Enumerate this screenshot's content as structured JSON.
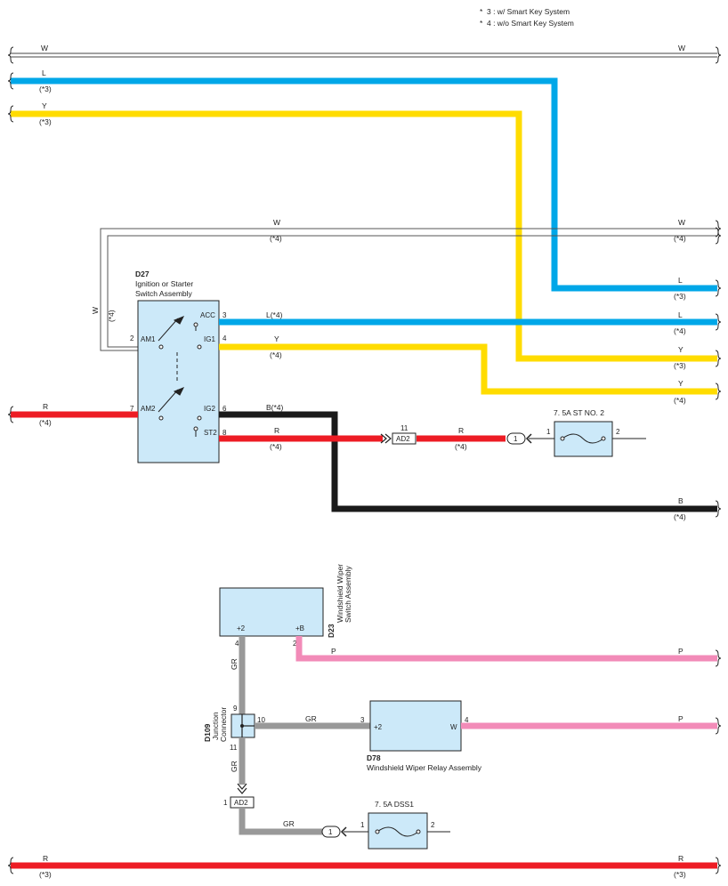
{
  "legend": {
    "note3": "3 : w/ Smart Key System",
    "note4": "4 : w/o Smart Key System",
    "star": "*"
  },
  "wires": {
    "w_top": "W",
    "l_top": "L",
    "y_top": "Y",
    "w_loop": "W",
    "w_vert": "W",
    "l_right": "L",
    "l_acc": "L(*4)",
    "y_ig1": "Y",
    "y_right3": "Y",
    "y_right4": "Y",
    "r_left": "R",
    "b_ig2": "B(*4)",
    "r_st2": "R",
    "r_fuse": "R",
    "b_right": "B",
    "p_top": "P",
    "p_top_right": "P",
    "gr_vert": "GR",
    "gr_h": "GR",
    "p_mid": "P",
    "gr_lower": "GR",
    "gr_bottom": "GR",
    "r_bottom": "R",
    "r_bottom_right": "R"
  },
  "notes": {
    "n3": "(*3)",
    "n4": "(*4)",
    "n4v": "(*4)"
  },
  "components": {
    "d27": {
      "code": "D27",
      "name1": "Ignition or Starter",
      "name2": "Switch Assembly",
      "acc": "ACC",
      "am1": "AM1",
      "ig1": "IG1",
      "am2": "AM2",
      "ig2": "IG2",
      "st2": "ST2",
      "p3": "3",
      "p2": "2",
      "p4": "4",
      "p7": "7",
      "p6": "6",
      "p8": "8"
    },
    "ad2_top": {
      "label": "AD2",
      "pin": "11"
    },
    "conn1_top": "1",
    "fuse_st": {
      "label": "7. 5A ST NO. 2",
      "p1": "1",
      "p2": "2"
    },
    "d23": {
      "code": "D23",
      "name1": "Windshield Wiper",
      "name2": "Switch Assembly",
      "t1": "+2",
      "t2": "+B",
      "p4": "4",
      "p2": "2"
    },
    "d109": {
      "code": "D109",
      "name1": "Junction",
      "name2": "Connector",
      "p9": "9",
      "p10": "10",
      "p11": "11"
    },
    "d78": {
      "code": "D78",
      "name": "Windshield Wiper Relay Assembly",
      "t1": "+2",
      "t2": "W",
      "p3": "3",
      "p4": "4"
    },
    "ad2_bot": {
      "label": "AD2",
      "pin": "1"
    },
    "conn1_bot": "1",
    "fuse_dss": {
      "label": "7. 5A DSS1",
      "p1": "1",
      "p2": "2"
    }
  },
  "colors": {
    "blue": "#00a7e8",
    "yellow": "#ffdc00",
    "red": "#ed1c24",
    "black": "#1a1a1a",
    "pink": "#f28bb8",
    "gray": "#999999",
    "box": "#cce9f9",
    "star": "#e0301e"
  }
}
